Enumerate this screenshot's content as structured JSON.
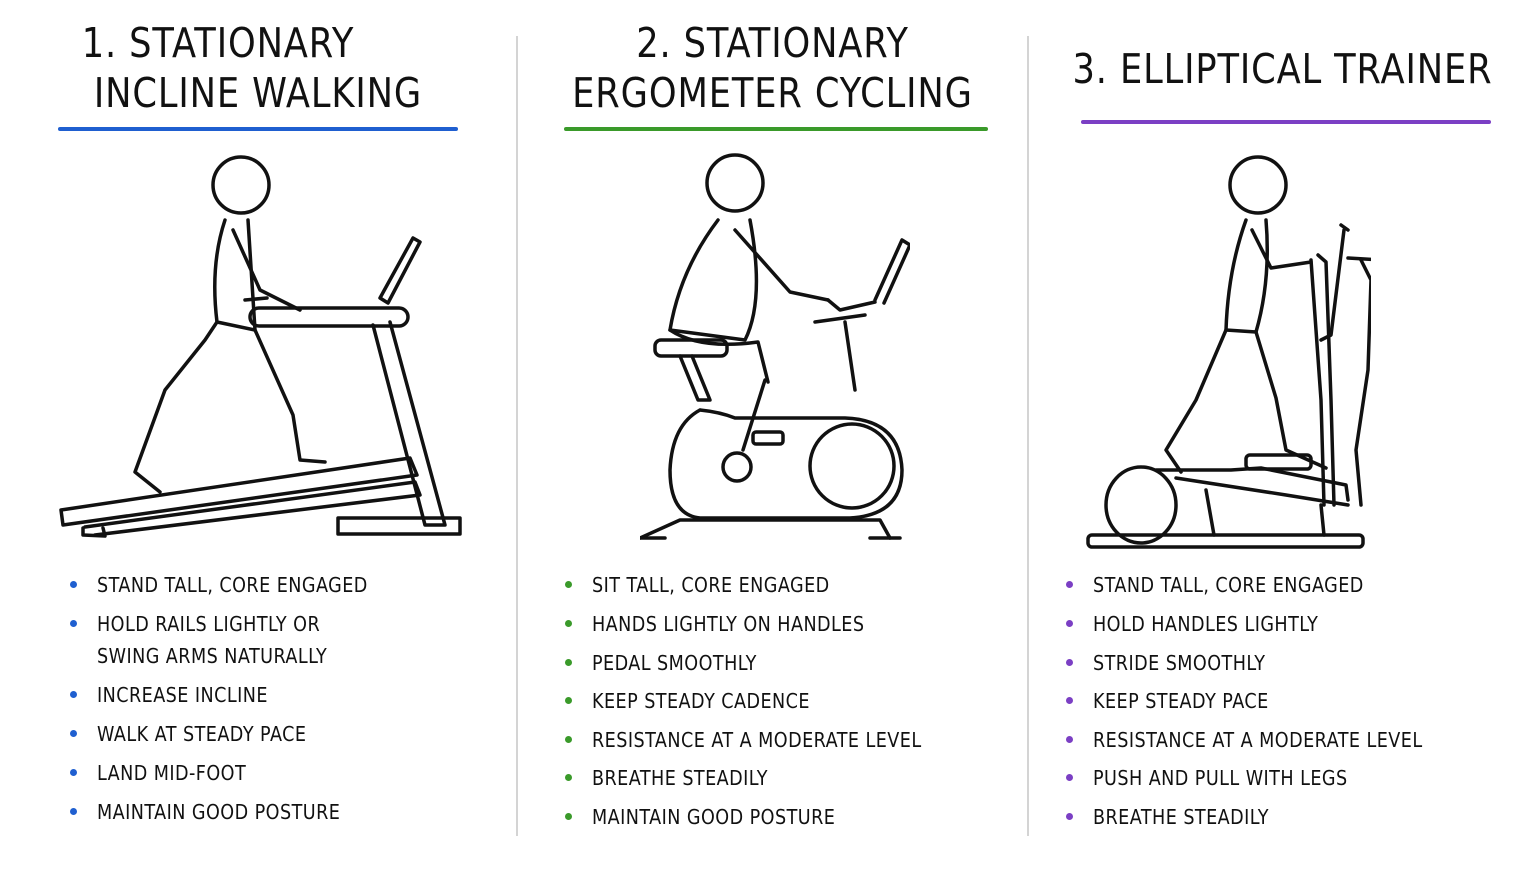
{
  "panels": [
    {
      "title_line1": "1. STATIONARY",
      "title_line2": "INCLINE WALKING",
      "accent": "#1f5fd0",
      "figure_icon": "treadmill-walker-icon",
      "tips": [
        "STAND TALL, CORE ENGAGED",
        "HOLD RAILS LIGHTLY OR",
        "SWING ARMS NATURALLY",
        "INCREASE INCLINE",
        "WALK AT STEADY PACE",
        "LAND MID-FOOT",
        "MAINTAIN GOOD POSTURE"
      ]
    },
    {
      "title_line1": "2. STATIONARY",
      "title_line2": "ERGOMETER CYCLING",
      "accent": "#3a9a2a",
      "figure_icon": "exercise-bike-rider-icon",
      "tips": [
        "SIT TALL, CORE ENGAGED",
        "HANDS LIGHTLY ON HANDLES",
        "PEDAL SMOOTHLY",
        "KEEP STEADY CADENCE",
        "RESISTANCE AT A MODERATE LEVEL",
        "BREATHE STEADILY",
        "MAINTAIN GOOD POSTURE"
      ]
    },
    {
      "title_line1": "3. ELLIPTICAL TRAINER",
      "accent": "#7b3fc4",
      "figure_icon": "elliptical-trainer-user-icon",
      "tips": [
        "STAND TALL, CORE ENGAGED",
        "HOLD HANDLES LIGHTLY",
        "STRIDE SMOOTHLY",
        "KEEP STEADY PACE",
        "RESISTANCE AT A MODERATE LEVEL",
        "PUSH AND PULL WITH LEGS",
        "BREATHE STEADILY"
      ]
    }
  ]
}
